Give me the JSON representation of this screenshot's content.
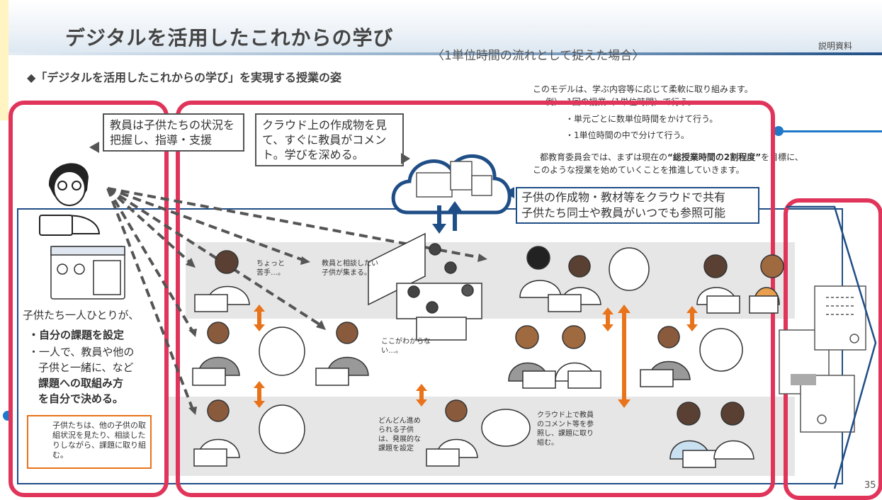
{
  "header": {
    "title": "デジタルを活用したこれからの学び",
    "subtitle": "〈1単位時間の流れとして捉えた場合〉",
    "doc_label": "説明資料"
  },
  "subhead": "◆「デジタルを活用したこれからの学び」を実現する授業の姿",
  "model_note": {
    "line1": "このモデルは、学ぶ内容等に応じて柔軟に取り組みます。",
    "line2": "例）・1回の授業（1単位時間）で行う。",
    "line3": "・単元ごとに数単位時間をかけて行う。",
    "line4": "・1単位時間の中で分けて行う。",
    "line5_pre": "都教育委員会では、まずは現在の",
    "line5_em": "“総授業時間の2割程度”",
    "line5_post": "を目標に、",
    "line6": "このような授業を始めていくことを推進していきます。"
  },
  "callouts": {
    "teacher": "教員は子供たちの状況を把握し、指導・支援",
    "cloud_comment": "クラウド上の作成物を見て、すぐに教員がコメント。学びを深める。",
    "share_line1": "子供の作成物・教材等をクラウドで共有",
    "share_line2": "子供たち同士や教員がいつでも参照可能"
  },
  "left_panel": {
    "lead": "子供たち一人ひとりが、",
    "item1": "・自分の課題を設定",
    "item2a": "・一人で、教員や他の",
    "item2b": "子供と一緒に、など",
    "item2c": "課題への取組み方",
    "item2d": "を自分で決める。",
    "box_text": "子供たちは、他の子供の取組状況を見たり、相談したりしながら、課題に取り組む。"
  },
  "scene_labels": {
    "hard": "ちょっと苦手…。",
    "gather": "教員と相談したい子供が集まる。",
    "dont_know": "ここがわからない…。",
    "advanced": "どんどん進められる子供は、発展的な課題を設定",
    "cloud_ref": "クラウド上で教員のコメント等を参照し、課題に取り組む。"
  },
  "page_number": "35",
  "colors": {
    "red_frame": "#e0345a",
    "blue": "#1f4e86",
    "orange": "#e8731a",
    "band_gray": "#e6e6e6"
  }
}
